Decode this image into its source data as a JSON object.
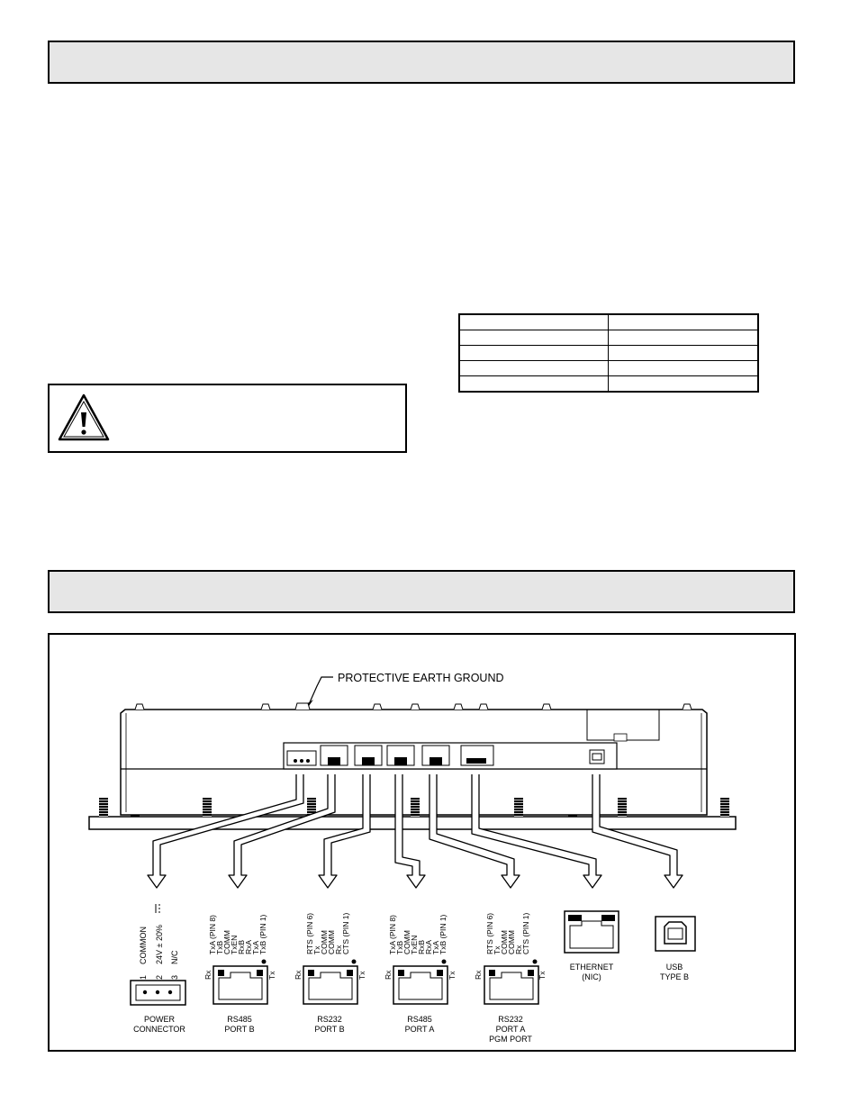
{
  "figure": {
    "ground_label": "PROTECTIVE EARTH GROUND",
    "power": {
      "pins": [
        "1",
        "2",
        "3"
      ],
      "labels": [
        "COMMON",
        "24V ± 20%",
        "N/C"
      ],
      "caption_1": "POWER",
      "caption_2": "CONNECTOR"
    },
    "rs485b": {
      "pins": [
        "TxA (PIN 8)",
        "TxB",
        "COMM",
        "TxEN",
        "RxB",
        "RxA",
        "TxA",
        "TxB (PIN 1)"
      ],
      "rx": "Rx",
      "tx": "Tx",
      "caption_1": "RS485",
      "caption_2": "PORT B"
    },
    "rs232b": {
      "pins": [
        "RTS (PIN 6)",
        "Tx",
        "COMM",
        "COMM",
        "Rx",
        "CTS (PIN 1)"
      ],
      "rx": "Rx",
      "tx": "Tx",
      "caption_1": "RS232",
      "caption_2": "PORT B"
    },
    "rs485a": {
      "pins": [
        "TxA (PIN 8)",
        "TxB",
        "COMM",
        "TxEN",
        "RxB",
        "RxA",
        "TxA",
        "TxB (PIN 1)"
      ],
      "rx": "Rx",
      "tx": "Tx",
      "caption_1": "RS485",
      "caption_2": "PORT A"
    },
    "rs232a": {
      "pins": [
        "RTS (PIN 6)",
        "Tx",
        "COMM",
        "COMM",
        "Rx",
        "CTS (PIN 1)"
      ],
      "rx": "Rx",
      "tx": "Tx",
      "caption_1": "RS232",
      "caption_2": "PORT A",
      "caption_3": "PGM PORT"
    },
    "ethernet": {
      "caption_1": "ETHERNET",
      "caption_2": "(NIC)"
    },
    "usb": {
      "caption_1": "USB",
      "caption_2": "TYPE B"
    }
  }
}
